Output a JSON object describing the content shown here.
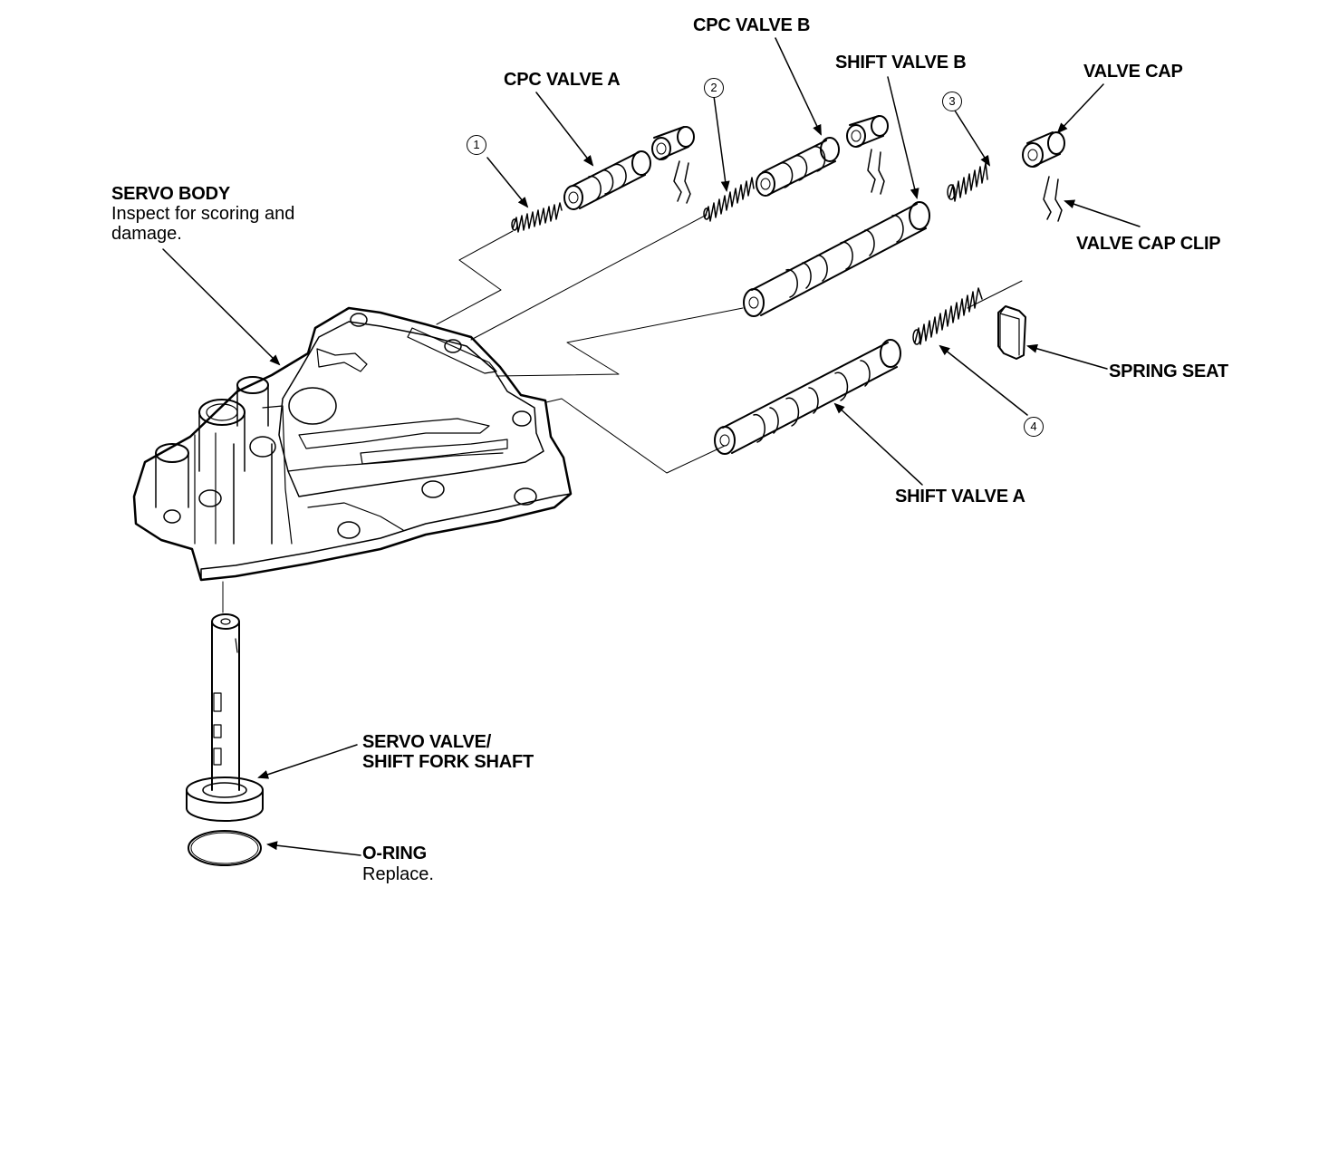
{
  "labels": {
    "servo_body_title": "SERVO BODY",
    "servo_body_note_1": "Inspect for scoring and",
    "servo_body_note_2": "damage.",
    "cpc_valve_a": "CPC VALVE A",
    "cpc_valve_b": "CPC VALVE B",
    "shift_valve_b": "SHIFT VALVE B",
    "valve_cap": "VALVE CAP",
    "valve_cap_clip": "VALVE CAP CLIP",
    "spring_seat": "SPRING SEAT",
    "shift_valve_a": "SHIFT VALVE A",
    "servo_valve_1": "SERVO VALVE/",
    "servo_valve_2": "SHIFT FORK SHAFT",
    "o_ring_title": "O-RING",
    "o_ring_note": "Replace."
  },
  "callouts": [
    "1",
    "2",
    "3",
    "4"
  ],
  "colors": {
    "ink": "#000000",
    "paper": "#ffffff"
  }
}
